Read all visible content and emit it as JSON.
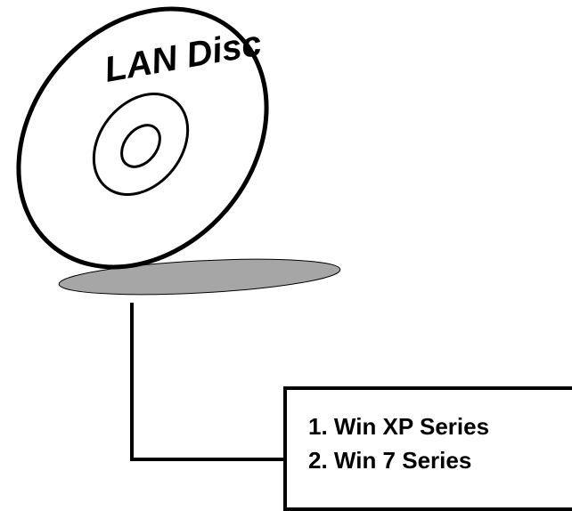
{
  "disc": {
    "label": "LAN Disc",
    "icon": "cd-disc-icon"
  },
  "driver_list": {
    "items": [
      "1. Win XP Series",
      "2. Win 7 Series"
    ]
  },
  "colors": {
    "ink": "#000000",
    "shadow": "#a6a6a6",
    "background": "#ffffff"
  }
}
